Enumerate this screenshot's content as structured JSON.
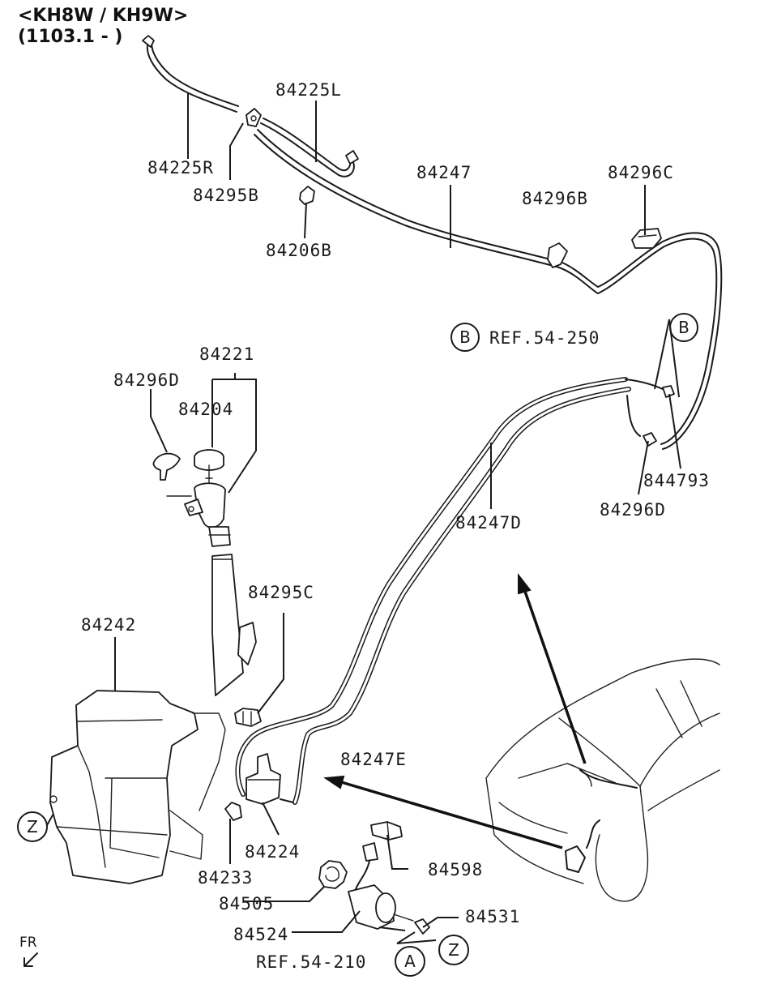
{
  "header": {
    "model": "<KH8W / KH9W>",
    "date_range": "(1103.1 - )"
  },
  "labels": {
    "p84225L": "84225L",
    "p84225R": "84225R",
    "p84295B": "84295B",
    "p84206B": "84206B",
    "p84247": "84247",
    "p84296B": "84296B",
    "p84296C": "84296C",
    "refB": "REF.54-250",
    "p84221": "84221",
    "p84296D": "84296D",
    "p84204": "84204",
    "p84479": "844793",
    "p84296D_right": "84296D",
    "p84247D": "84247D",
    "p84295C": "84295C",
    "p84242": "84242",
    "p84247E": "84247E",
    "p84224": "84224",
    "p84598": "84598",
    "p84233": "84233",
    "p84505": "84505",
    "p84524": "84524",
    "p84531": "84531",
    "refA": "REF.54-210"
  },
  "callouts": {
    "B": "B",
    "Z": "Z",
    "A": "A"
  },
  "orientation": {
    "fr": "FR"
  }
}
